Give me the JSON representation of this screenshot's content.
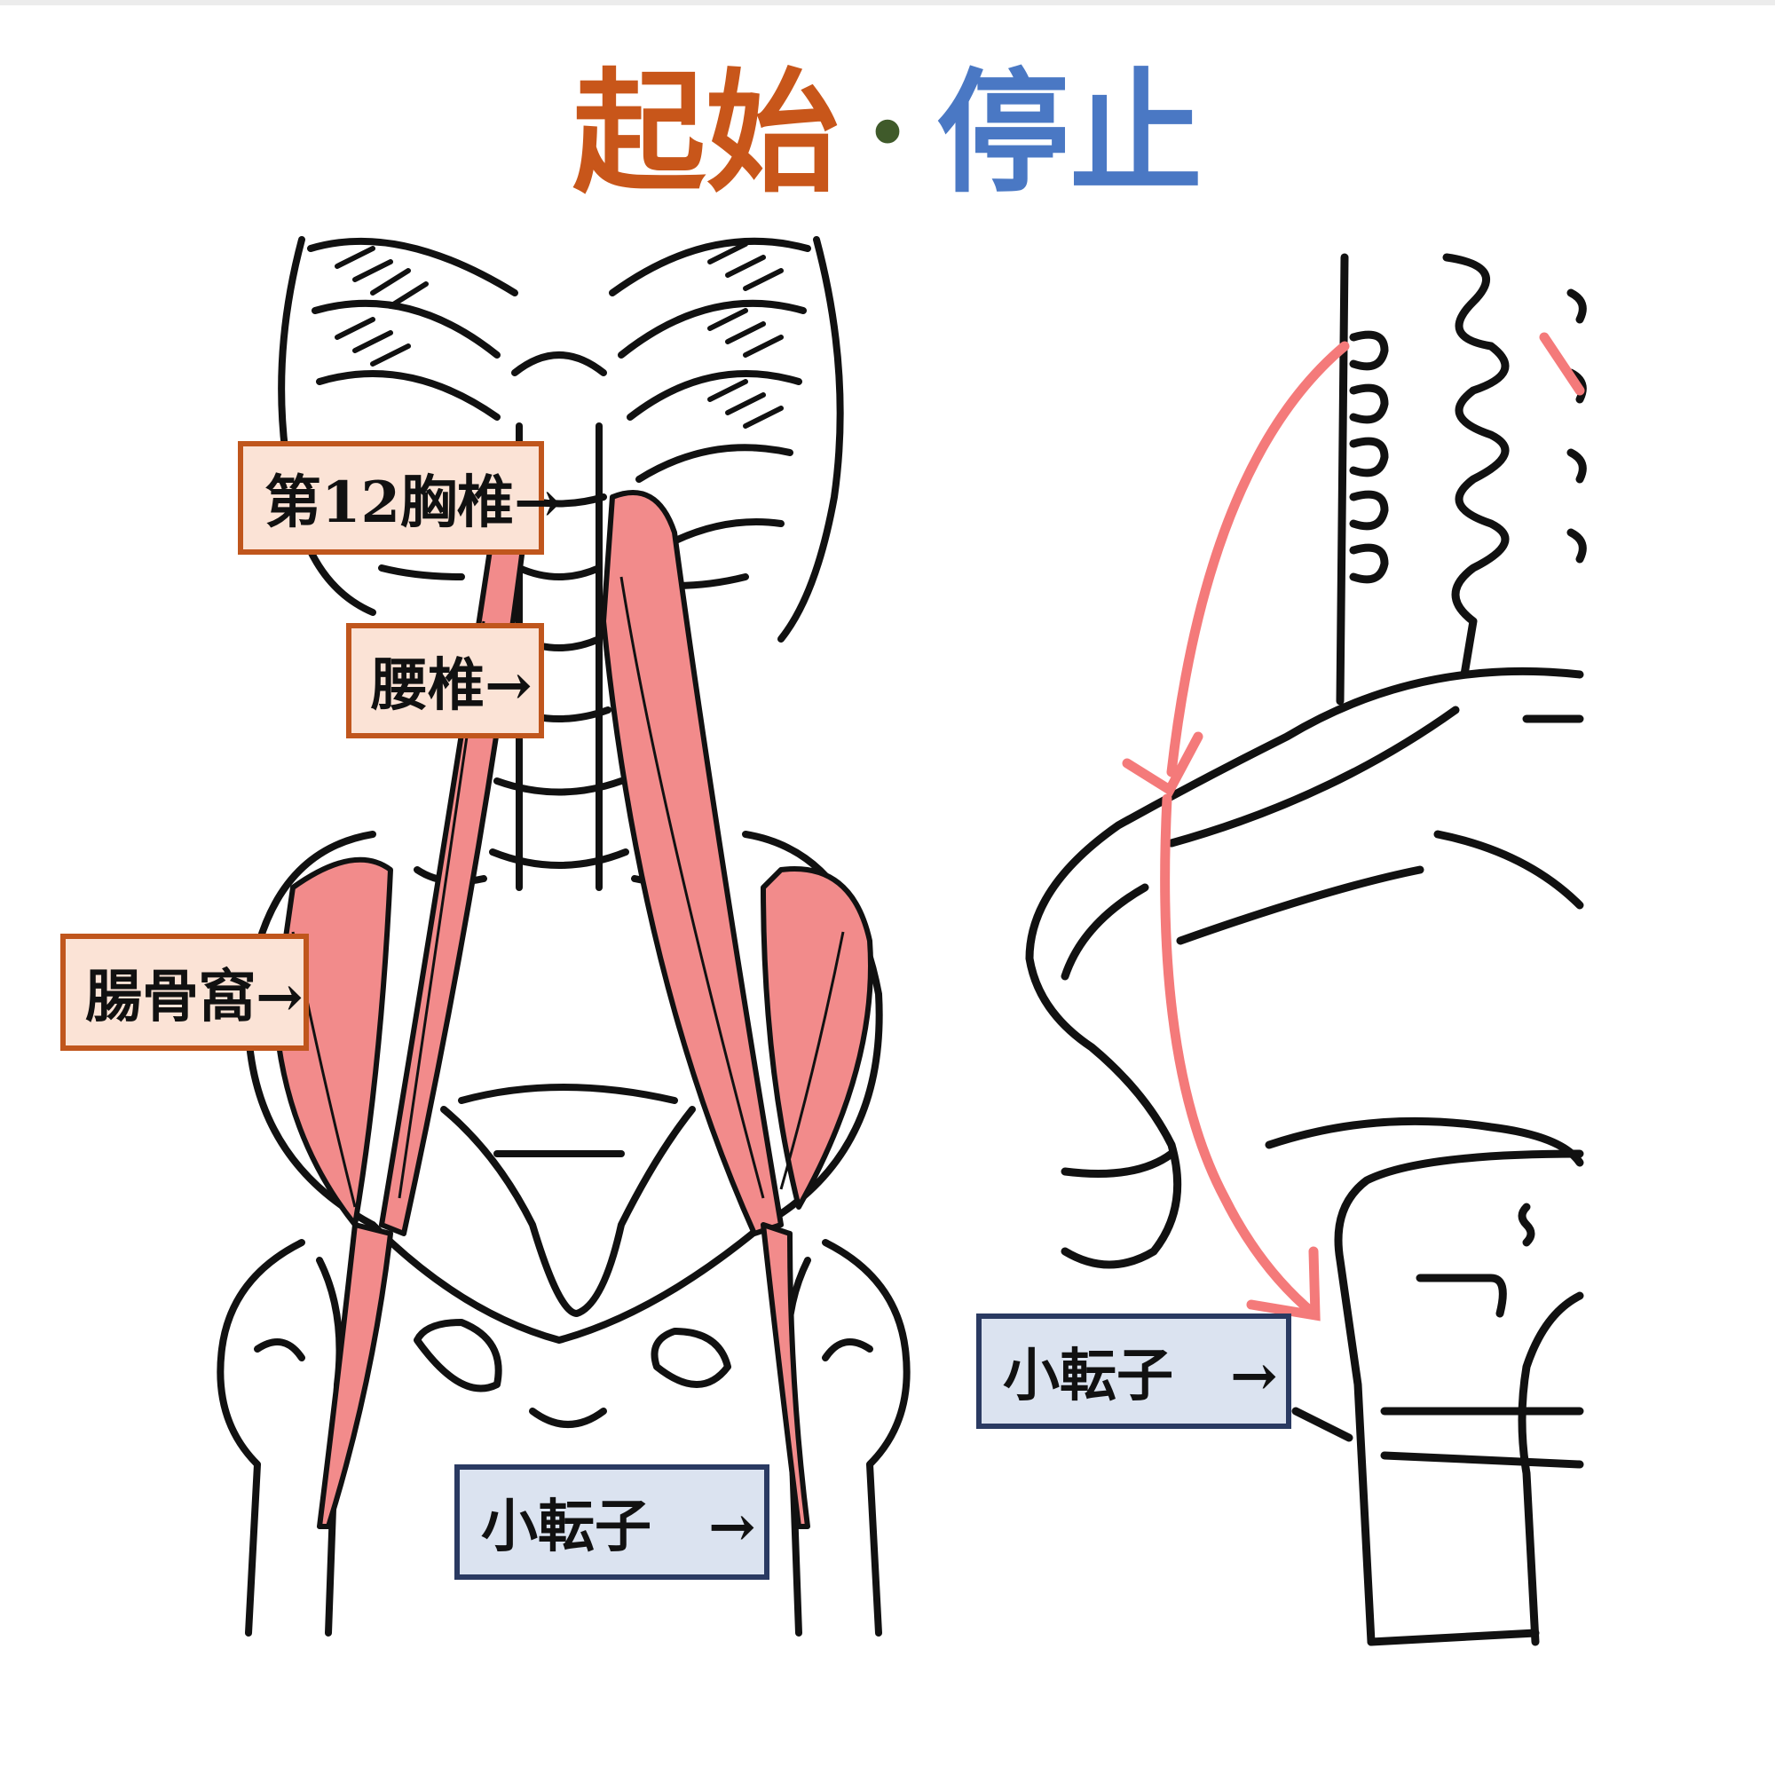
{
  "title": {
    "origin_text": "起始",
    "separator": "・",
    "insertion_text": "停止",
    "origin_color": "#c8561a",
    "insertion_color": "#4a78c4"
  },
  "labels": {
    "t12": "第12胸椎→",
    "lumbar": "腰椎→",
    "iliac_fossa": "腸骨窩→",
    "lesser_trochanter_front": "小転子　→",
    "lesser_trochanter_side": "小転子　→"
  },
  "colors": {
    "muscle": "#f28b8b",
    "arrow": "#f47a7a",
    "origin_box_fill": "#fbe3d6",
    "origin_box_border": "#c0561d",
    "insertion_box_fill": "#dbe3f0",
    "insertion_box_border": "#2a3a62"
  }
}
